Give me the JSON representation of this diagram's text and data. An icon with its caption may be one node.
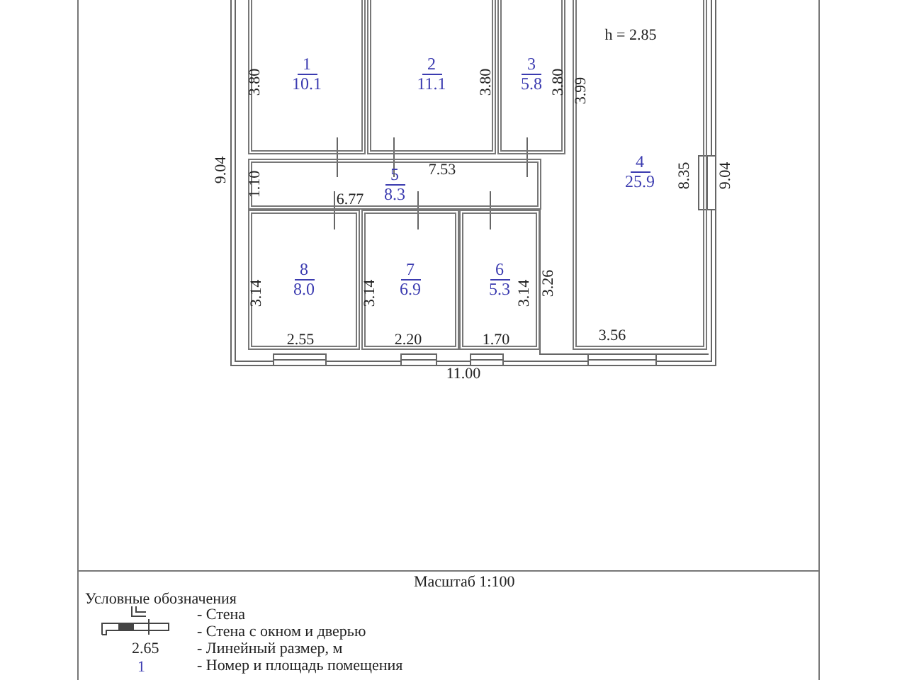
{
  "diagram": {
    "title": "Масштаб 1:100",
    "nodes": [
      {
        "text": [
          "1",
          "10.1"
        ]
      },
      {
        "text": [
          "2",
          "11.1"
        ]
      },
      {
        "text": [
          "3",
          "5.8"
        ]
      },
      {
        "text": [
          "4",
          "25.9"
        ]
      },
      {
        "text": [
          "5",
          "8.3"
        ]
      },
      {
        "text": [
          "8",
          "8.0"
        ]
      },
      {
        "text": [
          "7",
          "6.9"
        ]
      },
      {
        "text": [
          "6",
          "5.3"
        ]
      }
    ],
    "edges": [],
    "labels": [
      "h = 2.85",
      "3.80",
      "3.80",
      "3.80",
      "3.99",
      "9.04",
      "1.10",
      "7.53",
      "8.35",
      "9.04",
      "6.77",
      "3.14",
      "3.14",
      "3.14",
      "3.26",
      "2.55",
      "2.20",
      "1.70",
      "3.56",
      "11.00",
      "Условные обозначения",
      "2.65",
      "1"
    ],
    "legend": [
      {
        "text": "- Стена"
      },
      {
        "text": "- Стена с окном и дверью"
      },
      {
        "text": "- Линейный размер, м"
      },
      {
        "text": "- Номер и площадь помещения"
      }
    ]
  }
}
